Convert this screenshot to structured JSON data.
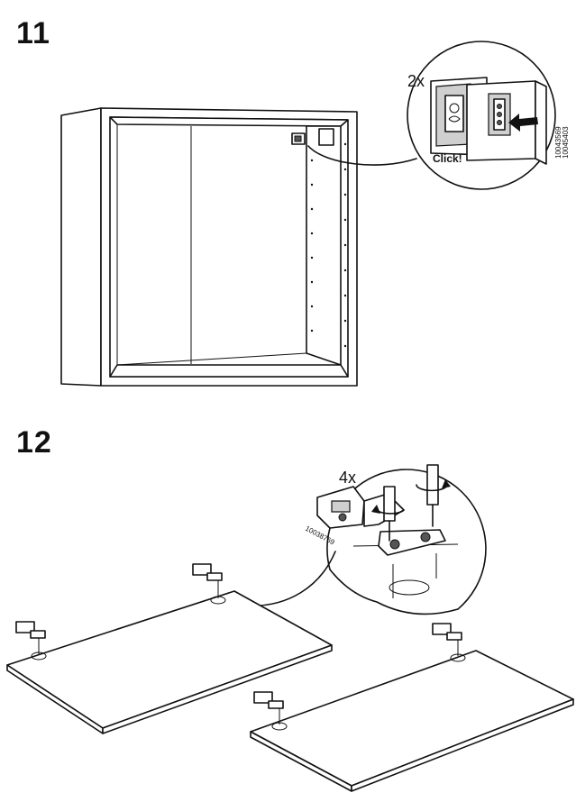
{
  "steps": [
    {
      "number": "11",
      "callout": {
        "quantity": "2x",
        "action": "Click!",
        "part_numbers": [
          "10043569",
          "10045403"
        ]
      }
    },
    {
      "number": "12",
      "callout": {
        "quantity": "4x",
        "part_numbers": [
          "10038769"
        ]
      }
    }
  ],
  "icons": [
    "cabinet-frame-icon",
    "shelf-pin-icon",
    "bracket-click-icon",
    "arrow-icon",
    "screwdriver-icon",
    "rotation-arrow-icon",
    "hinge-icon",
    "door-panel-icon"
  ]
}
